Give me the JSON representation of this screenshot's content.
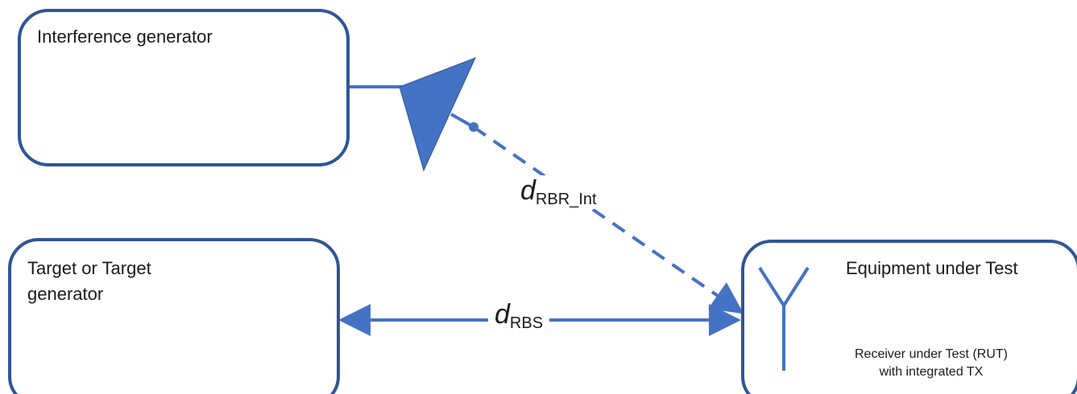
{
  "diagram": {
    "interference_box": {
      "title": "Interference generator"
    },
    "target_box": {
      "title": "Target or Target\ngenerator"
    },
    "eut_box": {
      "title": "Equipment under Test",
      "subtitle": "Receiver under Test (RUT)\nwith integrated TX"
    },
    "distances": {
      "rbs": {
        "symbol": "d",
        "subscript": "RBS"
      },
      "rbr_int": {
        "symbol": "d",
        "subscript": "RBR_Int"
      }
    },
    "colors": {
      "box_border": "#2f5597",
      "antenna_fill": "#4472c4",
      "line": "#4472c4"
    }
  }
}
